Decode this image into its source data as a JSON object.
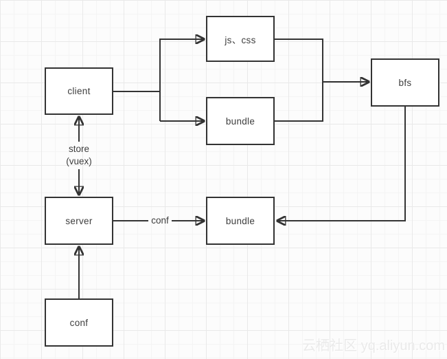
{
  "diagram": {
    "nodes": [
      {
        "id": "client",
        "label": "client"
      },
      {
        "id": "js-css",
        "label": "js、css"
      },
      {
        "id": "bundle-top",
        "label": "bundle"
      },
      {
        "id": "bfs",
        "label": "bfs"
      },
      {
        "id": "server",
        "label": "server"
      },
      {
        "id": "bundle-bottom",
        "label": "bundle"
      },
      {
        "id": "conf-node",
        "label": "conf"
      }
    ],
    "edges": [
      {
        "from": "client",
        "to": "js-css",
        "arrow": "forward"
      },
      {
        "from": "client",
        "to": "bundle-top",
        "arrow": "forward"
      },
      {
        "from": "js-css",
        "to": "bfs",
        "arrow": "forward"
      },
      {
        "from": "bundle-top",
        "to": "bfs",
        "arrow": "forward"
      },
      {
        "from": "bfs",
        "to": "bundle-bottom",
        "arrow": "forward"
      },
      {
        "from": "server",
        "to": "bundle-bottom",
        "arrow": "forward",
        "label": "conf"
      },
      {
        "from": "client",
        "to": "server",
        "arrow": "both",
        "label": "store (vuex)"
      },
      {
        "from": "conf-node",
        "to": "server",
        "arrow": "forward"
      }
    ],
    "edge_labels": {
      "store_line1": "store",
      "store_line2": "(vuex)",
      "conf": "conf"
    },
    "watermark": "云栖社区 yq.aliyun.com",
    "colors": {
      "line": "#333333",
      "box_border": "#333333",
      "box_fill": "#ffffff",
      "text": "#3d3d3d",
      "grid_minor": "#f4f4f4",
      "grid_major": "#e9e9e9",
      "watermark": "#eaeaea"
    }
  }
}
